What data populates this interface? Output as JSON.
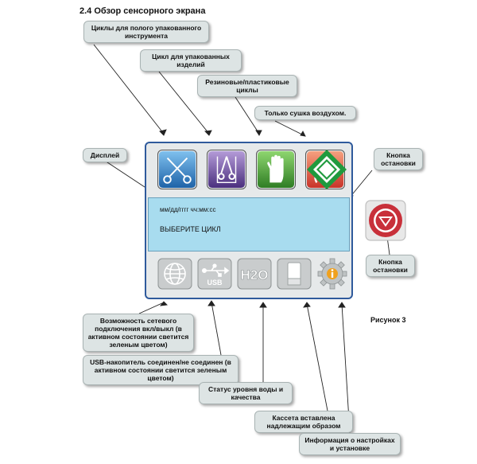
{
  "heading": "2.4 Обзор сенсорного экрана",
  "figure_label": "Рисунок 3",
  "callouts": {
    "hollow_cycles": "Циклы для полого упакованного инструмента",
    "wrapped_cycles": "Цикл для упакованных изделий",
    "rubber_cycles": "Резиновые/пластиковые циклы",
    "air_dry": "Только сушка воздухом.",
    "display": "Дисплей",
    "start_button": "Кнопка остановки",
    "stop_button": "Кнопка остановки",
    "network": "Возможность сетевого подключения вкл/выкл (в активном состоянии светится зеленым цветом)",
    "usb": "USB-накопитель соединен/не соединен (в активном состоянии светится зеленым цветом)",
    "water": "Статус уровня воды и качества",
    "cassette": "Кассета вставлена надлежащим образом",
    "info": "Информация о настройках и установке"
  },
  "screen": {
    "date_time": "мм/дд/гггг      чч:мм:сс",
    "prompt": "ВЫБЕРИТЕ ЦИКЛ",
    "usb_label": "USB",
    "water_label": "H2O"
  },
  "colors": {
    "screen_border": "#2f5a9c",
    "display_bg": "#a8dcef",
    "cycle_hollow": "#2f7fc4",
    "cycle_wrapped": "#6b4a9e",
    "cycle_rubber": "#4fa83a",
    "cycle_air": "#e0533a",
    "start_green": "#1f9a3e",
    "stop_red": "#c8303a",
    "callout_bg": "#dde4e4"
  },
  "icons": {
    "hollow": "scissors-icon",
    "wrapped": "wrapped-scissors-icon",
    "rubber": "glove-icon",
    "air": "heat-waves-icon",
    "start": "start-diamond-icon",
    "network": "network-globe-icon",
    "usb": "usb-icon",
    "water": "water-h2o-icon",
    "cassette": "cassette-icon",
    "info": "info-gear-icon",
    "stop": "stop-icon"
  }
}
